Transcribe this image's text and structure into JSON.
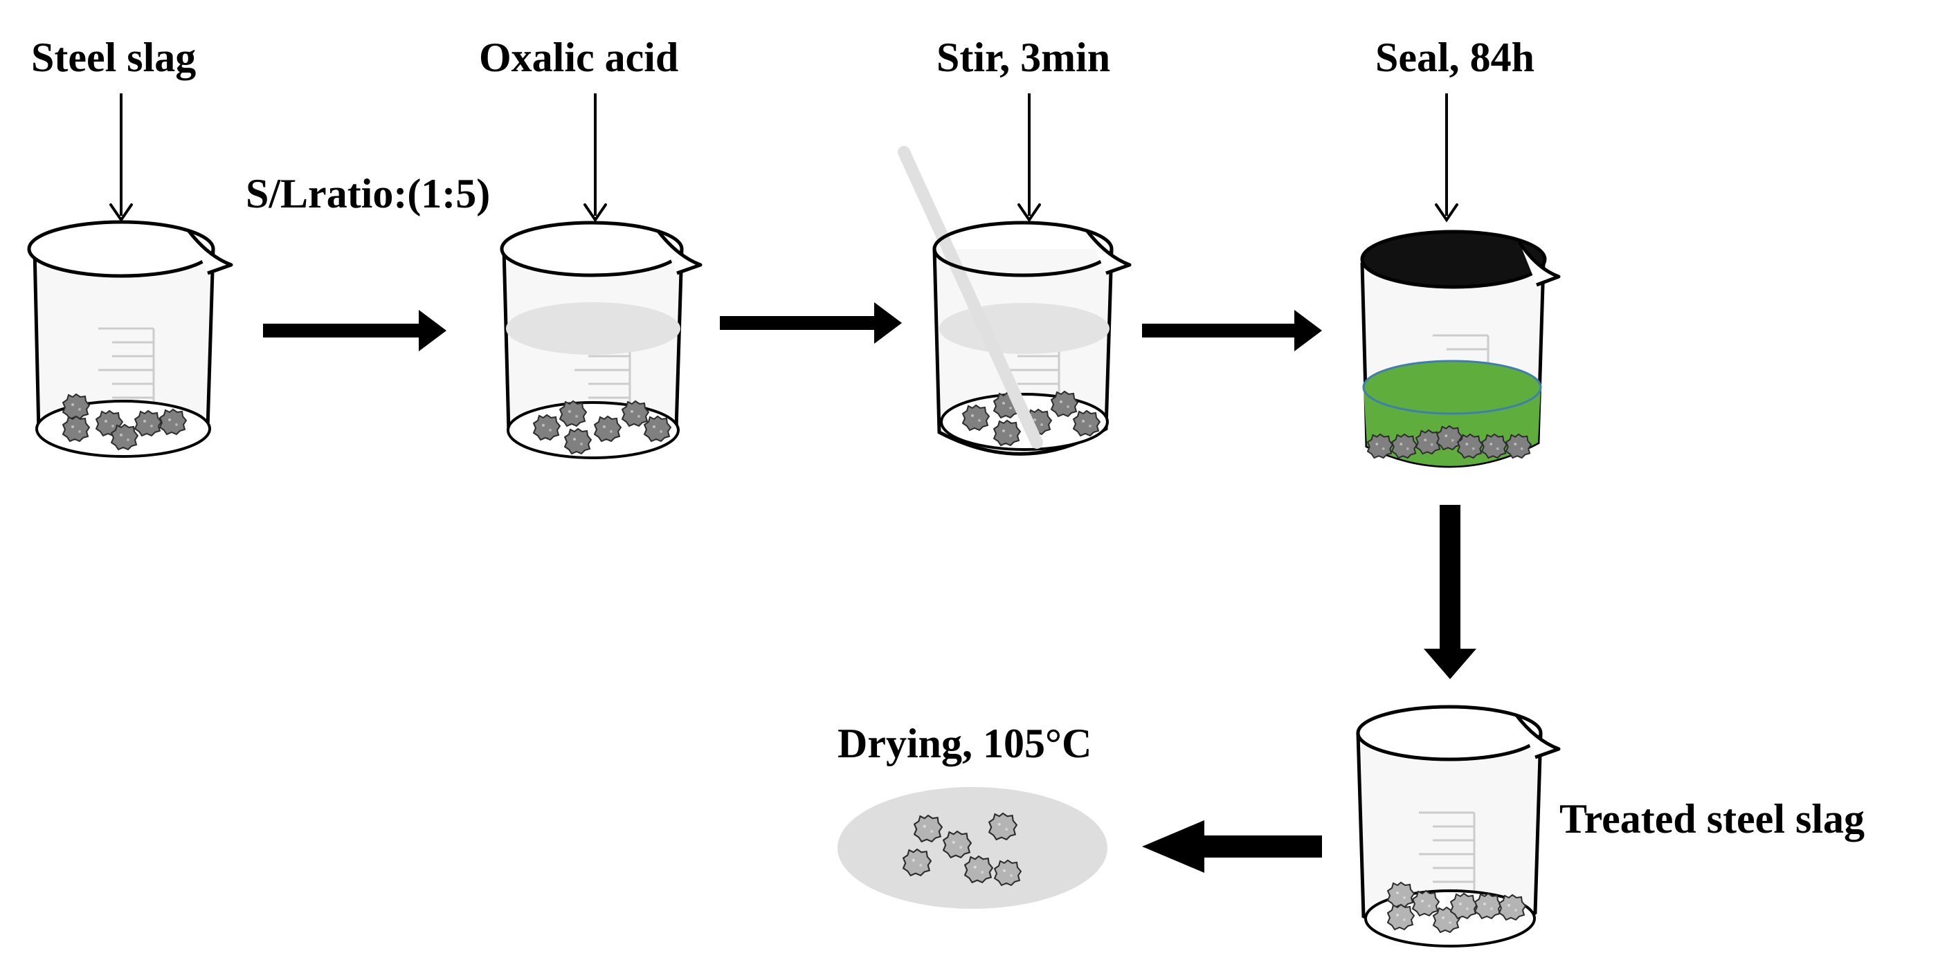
{
  "diagram": {
    "labels": {
      "steel_slag": "Steel slag",
      "ratio": "S/Lratio:(1:5)",
      "oxalic_acid": "Oxalic acid",
      "stir": "Stir, 3min",
      "seal": "Seal, 84h",
      "drying": "Drying, 105°C",
      "treated": "Treated steel slag"
    },
    "colors": {
      "liquid_clear": "#e3e3e3",
      "liquid_green": "#5fad3d",
      "lid": "#111111",
      "slag": "#808080",
      "slag_treated": "#b4b4b4",
      "dish": "#dedede",
      "stir_rod": "#e0e0e0",
      "arrow": "#000000"
    }
  }
}
